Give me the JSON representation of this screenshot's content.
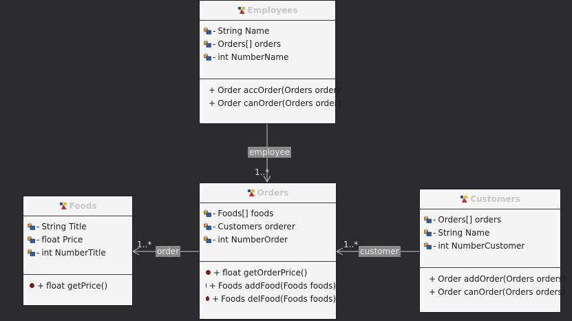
{
  "classes": {
    "employees": {
      "name": "Employees",
      "attributes": [
        {
          "vis": "-",
          "text": "String Name"
        },
        {
          "vis": "-",
          "text": "Orders[] orders"
        },
        {
          "vis": "-",
          "text": "int NumberName"
        }
      ],
      "operations": [
        {
          "vis": "+",
          "text": "Order accOrder(Orders order)"
        },
        {
          "vis": "+",
          "text": "Order canOrder(Orders order)"
        }
      ]
    },
    "orders": {
      "name": "Orders",
      "attributes": [
        {
          "vis": "-",
          "text": "Foods[] foods"
        },
        {
          "vis": "-",
          "text": "Customers orderer"
        },
        {
          "vis": "-",
          "text": "int NumberOrder"
        }
      ],
      "operations": [
        {
          "vis": "+",
          "text": "float getOrderPrice()"
        },
        {
          "vis": "+",
          "text": "Foods addFood(Foods foods)"
        },
        {
          "vis": "+",
          "text": "Foods delFood(Foods foods)"
        }
      ]
    },
    "foods": {
      "name": "Foods",
      "attributes": [
        {
          "vis": "-",
          "text": "String Title"
        },
        {
          "vis": "-",
          "text": "float Price"
        },
        {
          "vis": "-",
          "text": "int NumberTitle"
        }
      ],
      "operations": [
        {
          "vis": "+",
          "text": "float getPrice()"
        }
      ]
    },
    "customers": {
      "name": "Customers",
      "attributes": [
        {
          "vis": "-",
          "text": "Orders[] orders"
        },
        {
          "vis": "-",
          "text": "String Name"
        },
        {
          "vis": "-",
          "text": "int NumberCustomer"
        }
      ],
      "operations": [
        {
          "vis": "+",
          "text": "Order addOrder(Orders orders)"
        },
        {
          "vis": "+",
          "text": "Order canOrder(Orders orders)"
        }
      ]
    }
  },
  "associations": {
    "employee": {
      "label": "employee",
      "multiplicity": "1..*"
    },
    "order": {
      "label": "order",
      "multiplicity": "1..*"
    },
    "customer": {
      "label": "customer",
      "multiplicity": "1..*"
    }
  },
  "colors": {
    "background": "#2b2b2e",
    "class_fill": "#f5f5f5",
    "class_title": "#c8c8c8",
    "operation_dot": "#7a1a14",
    "label_bg": "#8a8a8a",
    "connector": "#c8c8c8"
  },
  "icons": {
    "class": "class-icon",
    "field": "field-icon",
    "operation": "operation-icon"
  }
}
